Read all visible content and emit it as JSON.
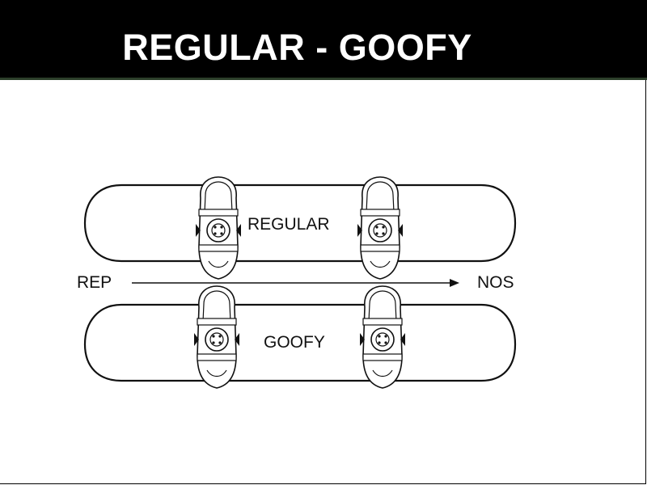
{
  "header": {
    "title": "REGULAR - GOOFY"
  },
  "diagram": {
    "top_board_label": "REGULAR",
    "bottom_board_label": "GOOFY",
    "direction": {
      "from_label": "REP",
      "to_label": "NOS"
    }
  },
  "colors": {
    "header_bg": "#000000",
    "header_text": "#ffffff",
    "line": "#111111",
    "background": "#ffffff"
  }
}
